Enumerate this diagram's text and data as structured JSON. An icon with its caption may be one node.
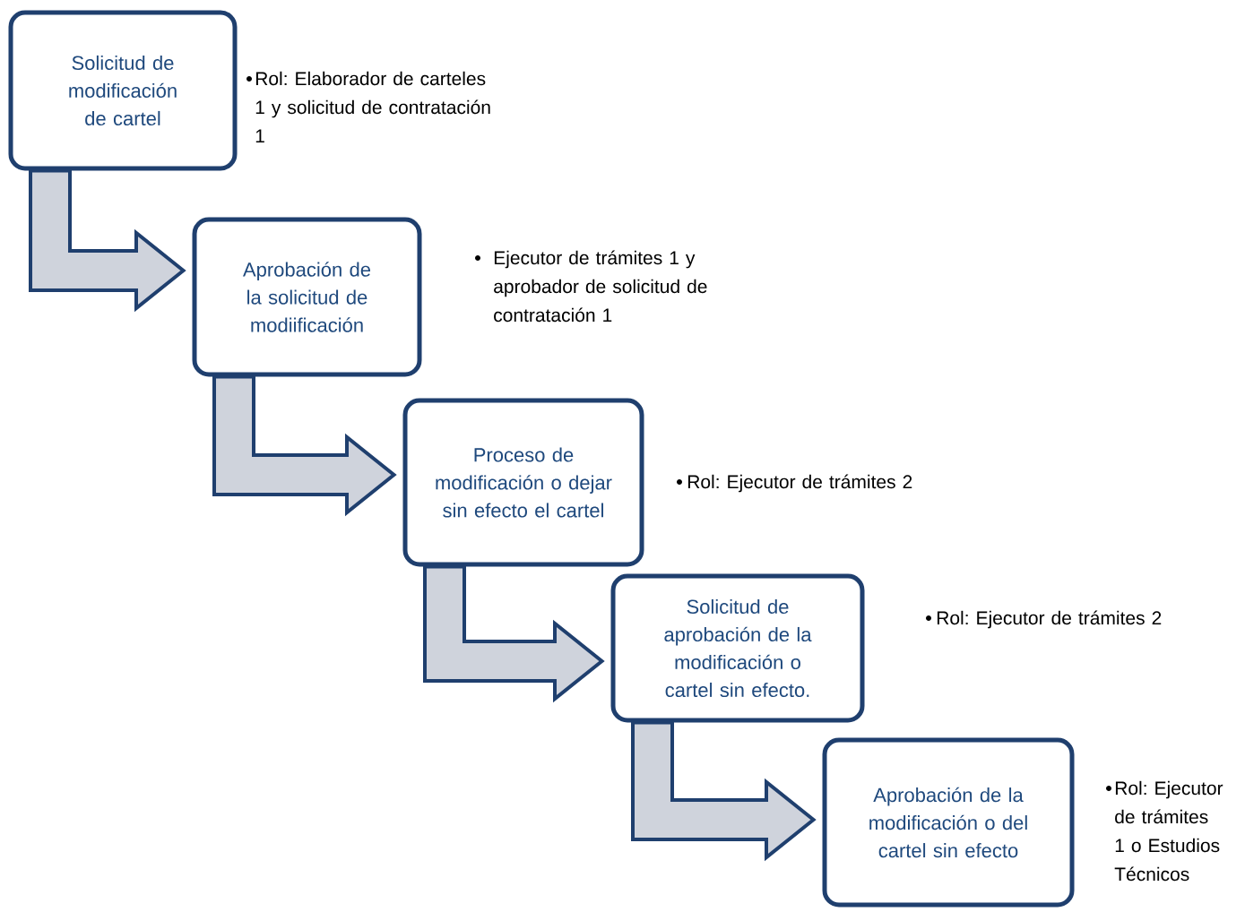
{
  "diagram": {
    "nodes": [
      {
        "text": [
          "Solicitud de modificación de cartel"
        ]
      },
      {
        "text": [
          "Aprobación de la solicitud de modiificación"
        ]
      },
      {
        "text": [
          "Proceso de modificación o dejar sin efecto el cartel"
        ]
      },
      {
        "text": [
          "Solicitud de aprobación de la modificación o cartel sin efecto."
        ]
      },
      {
        "text": [
          "Aprobación de la modificación o del cartel sin efecto"
        ]
      }
    ],
    "edges": [
      {
        "from": 0,
        "to": 1,
        "arrow": "to"
      },
      {
        "from": 1,
        "to": 2,
        "arrow": "to"
      },
      {
        "from": 2,
        "to": 3,
        "arrow": "to"
      },
      {
        "from": 3,
        "to": 4,
        "arrow": "to"
      }
    ],
    "labels": [
      "Rol: Elaborador de carteles 1 y solicitud de contratación 1",
      "Ejecutor de trámites 1 y aprobador de solicitud de contratación 1",
      "Rol: Ejecutor de trámites 2",
      "Rol: Ejecutor de trámites 2",
      "Rol: Ejecutor de trámites 1 o Estudios Técnicos"
    ]
  }
}
